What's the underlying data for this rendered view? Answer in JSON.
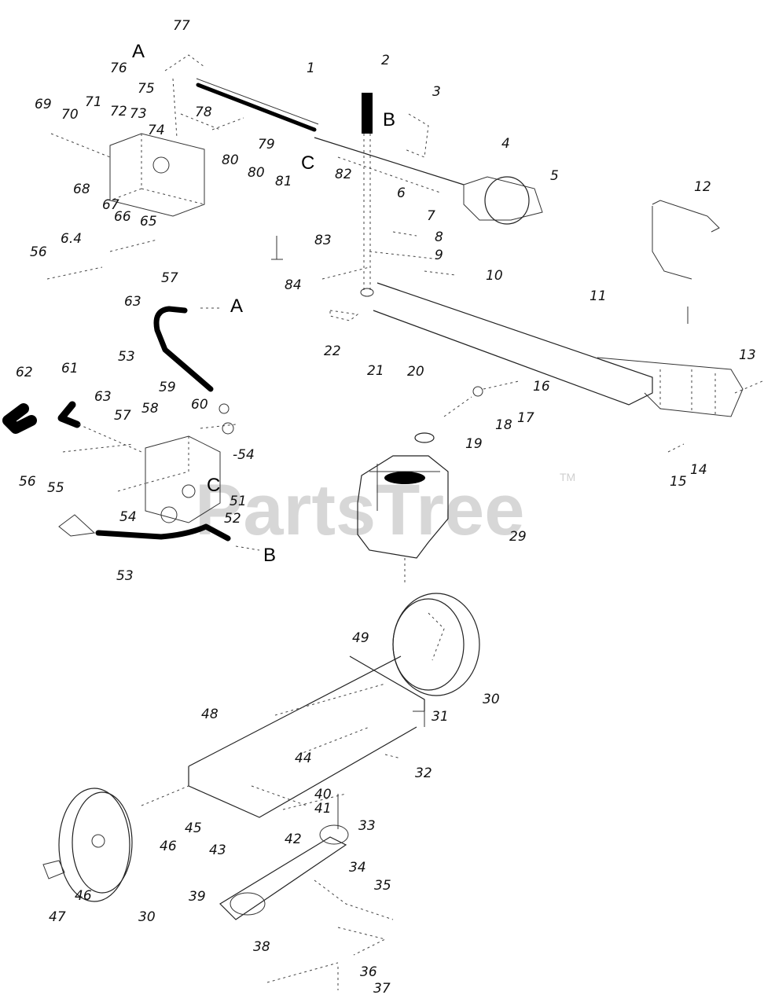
{
  "watermark": {
    "text": "PartsTree",
    "trademark": "TM"
  },
  "reference_letters": {
    "a_top": "A",
    "b_top": "B",
    "c_top": "C",
    "a_hose": "A",
    "b_hose": "B",
    "c_mid": "C"
  },
  "callouts": {
    "n77": "77",
    "n76": "76",
    "n75": "75",
    "n78": "78",
    "n1": "1",
    "n2": "2",
    "n3": "3",
    "n69": "69",
    "n70": "70",
    "n71": "71",
    "n72": "72",
    "n73": "73",
    "n74": "74",
    "n79": "79",
    "n80a": "80",
    "n80b": "80",
    "n81": "81",
    "n82": "82",
    "n4": "4",
    "n5": "5",
    "n6": "6",
    "n68": "68",
    "n67": "67",
    "n66": "66",
    "n65": "65",
    "n12": "12",
    "n7": "7",
    "n8": "8",
    "n9": "9",
    "n64": "6.4",
    "n56a": "56",
    "n83": "83",
    "n84": "84",
    "n57a": "57",
    "n10": "10",
    "n11": "11",
    "n63a": "63",
    "n22": "22",
    "n21": "21",
    "n20": "20",
    "n13": "13",
    "n16": "16",
    "n62": "62",
    "n61": "61",
    "n53a": "53",
    "n59": "59",
    "n58": "58",
    "n60": "60",
    "n63b": "63",
    "n57b": "57",
    "n18": "18",
    "n17": "17",
    "n19": "19",
    "n54a": "-54",
    "n56b": "56",
    "n55": "55",
    "n51": "51",
    "n54b": "54",
    "n52": "52",
    "n14": "14",
    "n15": "15",
    "n29": "29",
    "n53b": "53",
    "n49": "49",
    "n30a": "30",
    "n48": "48",
    "n31": "31",
    "n44": "44",
    "n32": "32",
    "n40": "40",
    "n41": "41",
    "n33": "33",
    "n45": "45",
    "n42": "42",
    "n46a": "46",
    "n43": "43",
    "n34": "34",
    "n35": "35",
    "n39": "39",
    "n46b": "46",
    "n47": "47",
    "n30b": "30",
    "n38": "38",
    "n36": "36",
    "n37": "37"
  }
}
